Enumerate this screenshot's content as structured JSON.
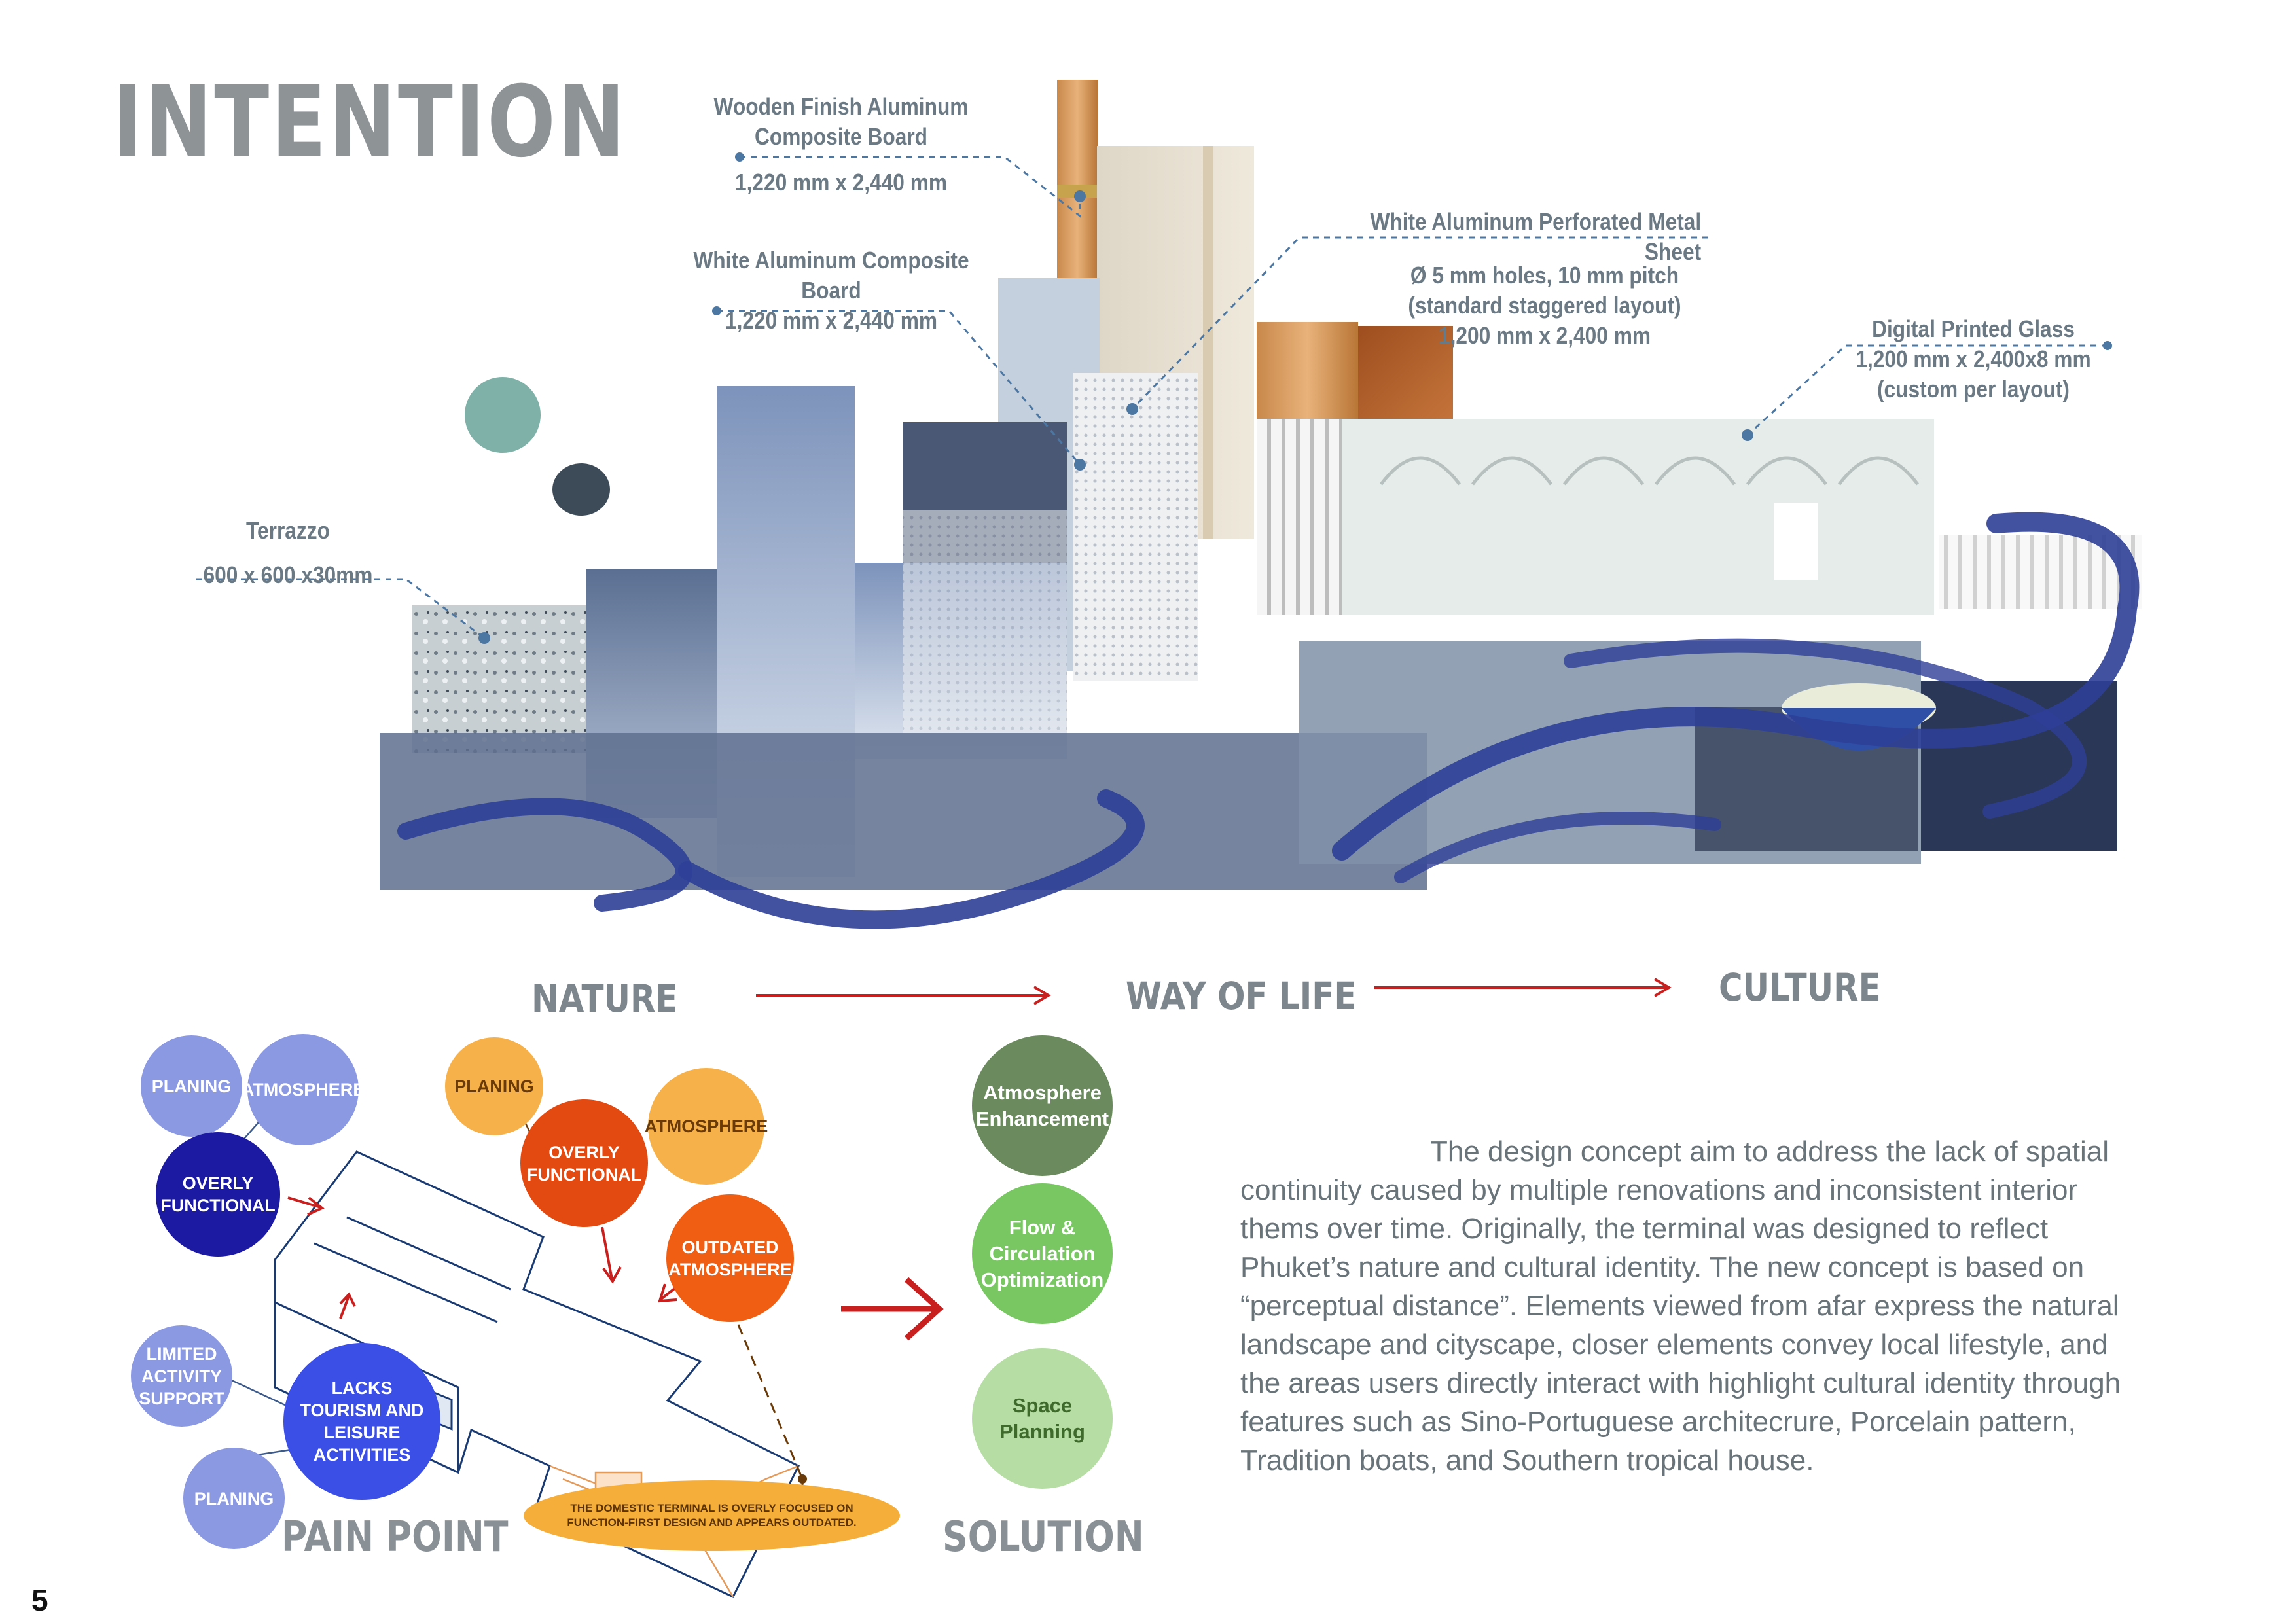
{
  "page": {
    "title": "INTENTION",
    "page_number": "5"
  },
  "materials": [
    {
      "name": "Wooden Finish Aluminum Composite Board",
      "spec": "1,220 mm x 2,440 mm"
    },
    {
      "name": "White Aluminum Composite Board",
      "spec": "1,220 mm x 2,440 mm"
    },
    {
      "name": "White Aluminum Perforated Metal Sheet",
      "spec1": "Ø 5 mm holes, 10 mm pitch",
      "spec2": "(standard staggered layout)",
      "spec3": "1,200 mm x 2,400 mm"
    },
    {
      "name": "Digital Printed Glass",
      "spec1": "1,200 mm x 2,400x8 mm",
      "spec2": "(custom per layout)"
    },
    {
      "name": "Terrazzo",
      "spec": "600 x 600 x30mm"
    }
  ],
  "themes": {
    "nature": "NATURE",
    "way_of_life": "WAY OF LIFE",
    "culture": "CULTURE"
  },
  "pain_point": {
    "heading": "PAIN POINT",
    "blue_circles": {
      "planing_a": "PLANING",
      "atmosphere": "ATMOSPHERE",
      "overly_functional": "OVERLY FUNCTIONAL",
      "limited_activity": "LIMITED ACTIVITY SUPPORT",
      "lacks_tourism": "LACKS TOURISM AND LEISURE ACTIVITIES",
      "planing_b": "PLANING"
    },
    "orange_circles": {
      "planing": "PLANING",
      "overly_functional": "OVERLY FUNCTIONAL",
      "atmosphere": "ATMOSPHERE",
      "outdated_atmosphere": "OUTDATED ATMOSPHERE"
    },
    "callout": "THE DOMESTIC TERMINAL IS OVERLY FOCUSED ON FUNCTION-FIRST DESIGN AND APPEARS OUTDATED."
  },
  "solution": {
    "heading": "SOLUTION",
    "items": [
      "Atmosphere Enhancement",
      "Flow & Circulation Optimization",
      "Space Planning"
    ]
  },
  "description": "The design concept aim to address the lack of spatial continuity caused by multiple renovations and inconsistent interior thems over time. Originally, the terminal was designed to reflect Phuket’s nature and cultural identity. The new concept is based on “perceptual distance”. Elements viewed from afar express the natural landscape and cityscape, closer elements convey local lifestyle, and the areas users directly interact with highlight cultural identity through features such as Sino-Portuguese architecrure, Porcelain pattern, Tradition boats, and Southern tropical house.",
  "colors": {
    "title_gray": "#8e9396",
    "label_gray": "#6a7984",
    "arrow_red": "#c8201e",
    "blue_light": "#8b98e2",
    "blue_dark": "#1c1aa2",
    "blue_mid": "#3b4ee6",
    "orange_light": "#f7b14a",
    "orange_red": "#e24a12",
    "green_dark": "#6b8b5e",
    "green_mid": "#79c763",
    "green_light": "#b6dea4"
  }
}
